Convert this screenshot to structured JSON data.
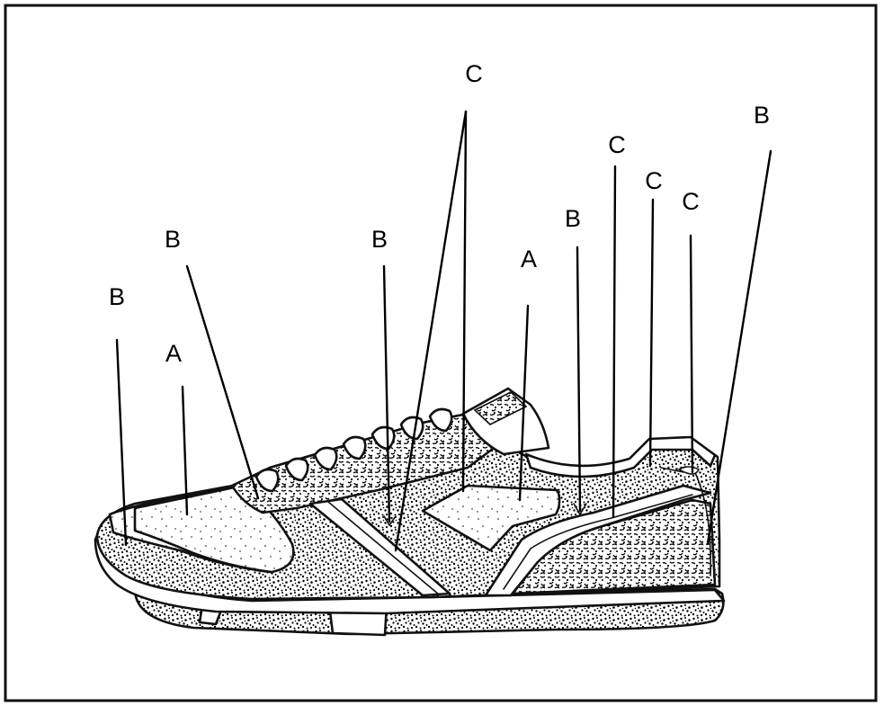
{
  "figure": {
    "callouts": [
      {
        "id": "b-toe",
        "label": "B",
        "region": "toe-cap"
      },
      {
        "id": "a-vamp",
        "label": "A",
        "region": "vamp-panel"
      },
      {
        "id": "b-eyestay-front",
        "label": "B",
        "region": "front-eyestay"
      },
      {
        "id": "b-midfoot",
        "label": "B",
        "region": "midfoot-strip"
      },
      {
        "id": "c-upper",
        "label": "C",
        "region": "midfoot-panels"
      },
      {
        "id": "a-quarter",
        "label": "A",
        "region": "quarter-panel"
      },
      {
        "id": "b-swoosh",
        "label": "B",
        "region": "side-stripe"
      },
      {
        "id": "c-rear-1",
        "label": "C",
        "region": "rear-panel"
      },
      {
        "id": "c-rear-2",
        "label": "C",
        "region": "collar-lining"
      },
      {
        "id": "c-rear-3",
        "label": "C",
        "region": "collar-padding"
      },
      {
        "id": "b-heel",
        "label": "B",
        "region": "heel-counter"
      }
    ]
  }
}
